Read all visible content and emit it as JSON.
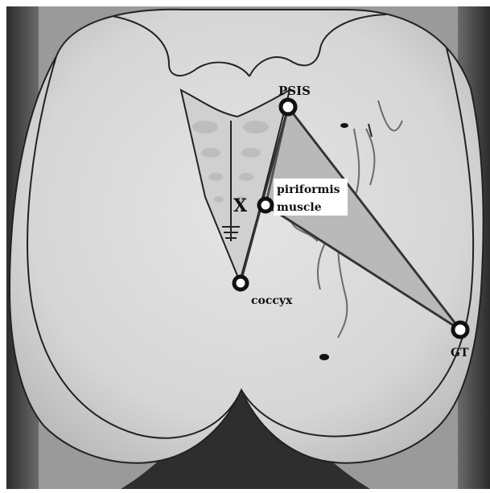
{
  "labels": {
    "psis": "PSIS",
    "piriformis_line1": "piriformis",
    "piriformis_line2": "muscle",
    "x_mark": "X",
    "coccyx": "coccyx",
    "gt": "GT"
  },
  "colors": {
    "background_dark": "#444444",
    "skin": "#d9d9d9",
    "outline": "#222222",
    "triangle_fill": "#b9b9b9",
    "triangle_stroke": "#555555",
    "landmark_ring": "#111111",
    "sacrum_segments": "#bdbdbd",
    "nerve_lines": "#6b6b6b"
  }
}
